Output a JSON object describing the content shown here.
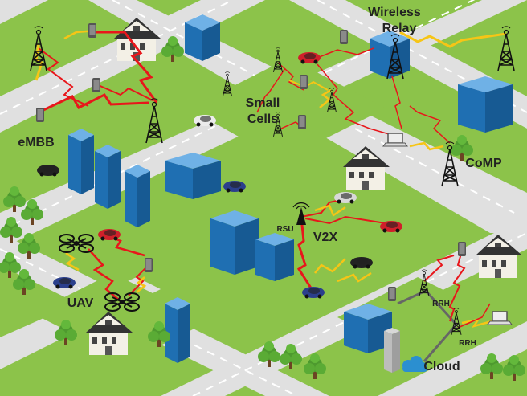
{
  "labels": {
    "wireless": "Wireless",
    "relay": "Relay",
    "small": "Small",
    "cells": "Cells",
    "embb": "eMBB",
    "comp": "CoMP",
    "rsu": "RSU",
    "v2x": "V2X",
    "uav": "UAV",
    "rrh1": "RRH",
    "rrh2": "RRH",
    "cloud": "Cloud"
  },
  "colors": {
    "grass": "#8cc34a",
    "road": "#e0e0e0",
    "road_dash": "#ffffff",
    "link_red": "#e8161b",
    "link_yellow": "#f6c516",
    "building_blue": "#1f6fb2",
    "tower": "#111111",
    "cloud": "#2b8fd0"
  }
}
